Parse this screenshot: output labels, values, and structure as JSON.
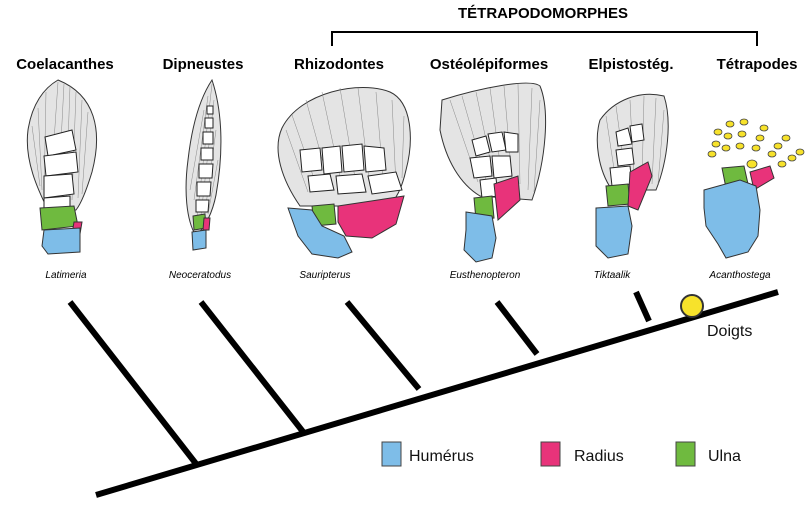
{
  "group": {
    "title": "TÉTRAPODOMORPHES"
  },
  "taxa": [
    {
      "name": "Coelacanthes",
      "species": "Latimeria"
    },
    {
      "name": "Dipneustes",
      "species": "Neoceratodus"
    },
    {
      "name": "Rhizodontes",
      "species": "Sauripterus"
    },
    {
      "name": "Ostéolépiformes",
      "species": "Eusthenopteron"
    },
    {
      "name": "Elpistostég.",
      "species": "Tiktaalik"
    },
    {
      "name": "Tétrapodes",
      "species": "Acanthostega"
    }
  ],
  "node": {
    "label": "Doigts",
    "color": "#f7e22b"
  },
  "legend": [
    {
      "label": "Humérus",
      "color": "#7ebde8"
    },
    {
      "label": "Radius",
      "color": "#e8337a"
    },
    {
      "label": "Ulna",
      "color": "#6fba3f"
    }
  ]
}
